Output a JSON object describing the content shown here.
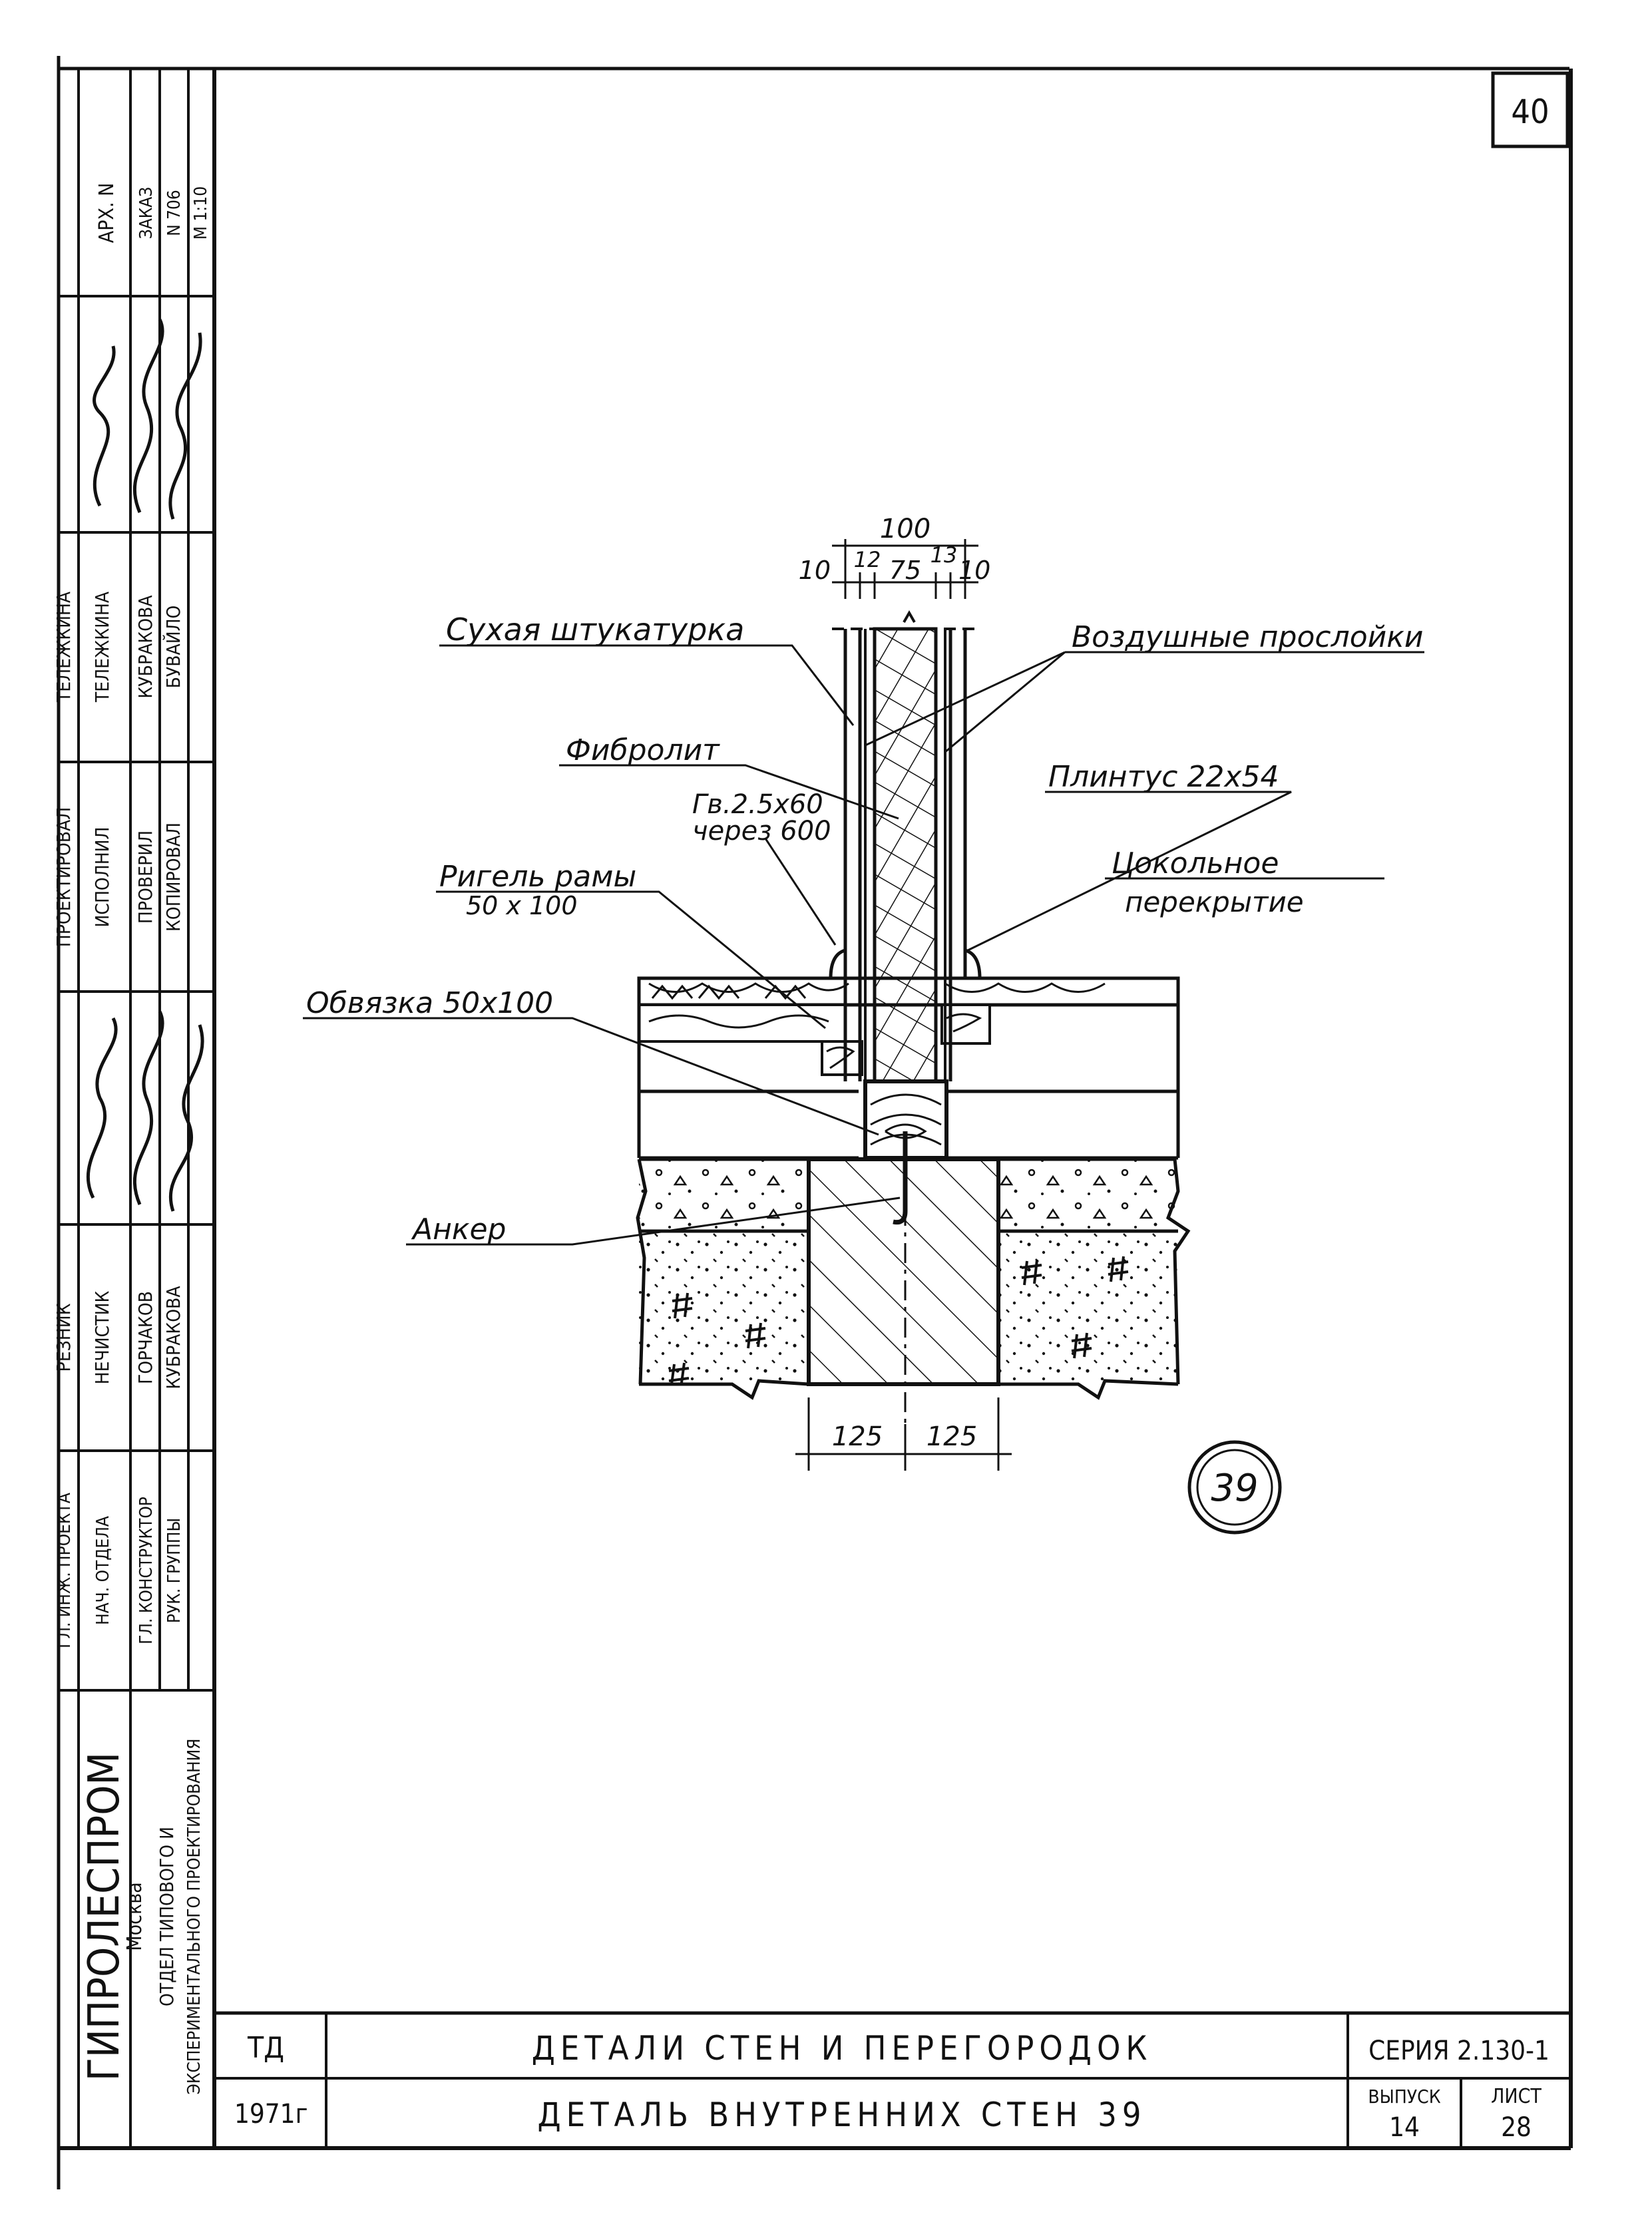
{
  "sheet_number": "40",
  "detail_number": "39",
  "dimensions": {
    "total_width": "100",
    "layers": [
      "10",
      "12",
      "75",
      "13",
      "10"
    ],
    "foundation": [
      "125",
      "125"
    ]
  },
  "labels": {
    "dry_plaster": "Сухая штукатурка",
    "air_gaps": "Воздушные прослойки",
    "fibrolite": "Фибролит",
    "nail_line1": "Гв.2.5х60",
    "nail_line2": "через 600",
    "plinth": "Плинтус 22х54",
    "frame_beam_line1": "Ригель рамы",
    "frame_beam_line2": "50 х 100",
    "floor_line1": "Цокольное",
    "floor_line2": "перекрытие",
    "strapping": "Обвязка 50х100",
    "anchor": "Анкер"
  },
  "stamp": {
    "top_cells": [
      "АРХ. N",
      "ЗАКАЗ",
      "N 706",
      "М 1:10"
    ],
    "positions": [
      "ГЛ. ИНЖ. ПРОЕКТА",
      "НАЧ. ОТДЕЛА",
      "ГЛ. КОНСТРУКТОР",
      "РУК. ГРУППЫ"
    ],
    "names": [
      "РЕЗНИК",
      "НЕЧИСТИК",
      "ГОРЧАКОВ",
      "КУБРАКОВА"
    ],
    "roles": [
      "ПРОЕКТИРОВАЛ",
      "ИСПОЛНИЛ",
      "ПРОВЕРИЛ",
      "КОПИРОВАЛ"
    ],
    "role_names": [
      "ТЕЛЕЖКИНА",
      "ТЕЛЕЖКИНА",
      "КУБРАКОВА",
      "БУВАЙЛО"
    ],
    "org_name": "ГИПРОЛЕСПРОМ",
    "org_city": "Москва",
    "org_dept_line1": "ОТДЕЛ ТИПОВОГО И",
    "org_dept_line2": "ЭКСПЕРИМЕНТАЛЬНОГО ПРОЕКТИРОВАНИЯ"
  },
  "title_block": {
    "code": "ТД",
    "year": "1971г",
    "title_main": "ДЕТАЛИ СТЕН И ПЕРЕГОРОДОК",
    "title_sub": "ДЕТАЛЬ ВНУТРЕННИХ СТЕН 39",
    "series": "СЕРИЯ 2.130-1",
    "issue_label": "ВЫПУСК",
    "issue_value": "14",
    "sheet_label": "ЛИСТ",
    "sheet_value": "28"
  }
}
